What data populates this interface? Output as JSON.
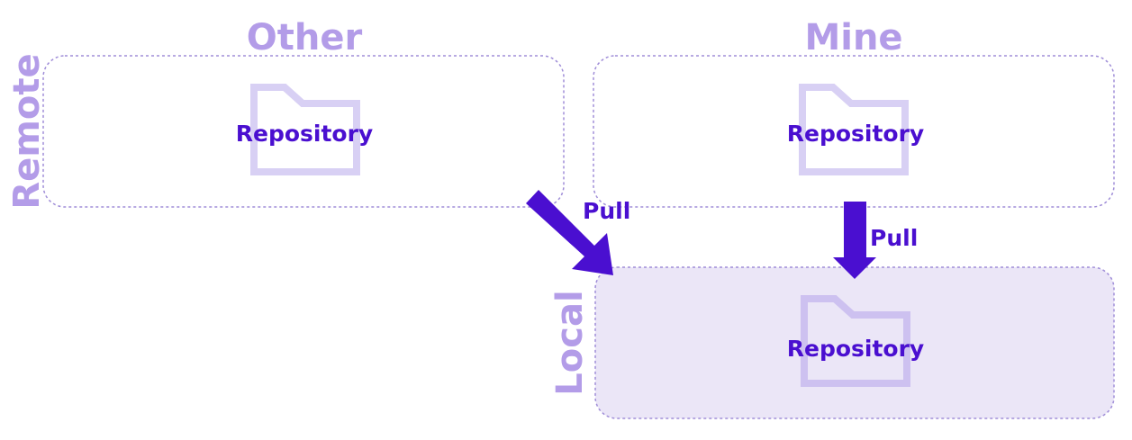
{
  "columns": {
    "other": "Other",
    "mine": "Mine"
  },
  "rows": {
    "remote": "Remote",
    "local": "Local"
  },
  "repositories": {
    "remote_other": "Repository",
    "remote_mine": "Repository",
    "local_mine": "Repository"
  },
  "arrows": {
    "other_to_local": "Pull",
    "mine_to_local": "Pull"
  },
  "colors": {
    "title": "#b39ce8",
    "accent": "#4a0fd0",
    "folder": "#d8d0f4",
    "local_fill": "#ebe6f7",
    "border": "#a08ed8"
  }
}
